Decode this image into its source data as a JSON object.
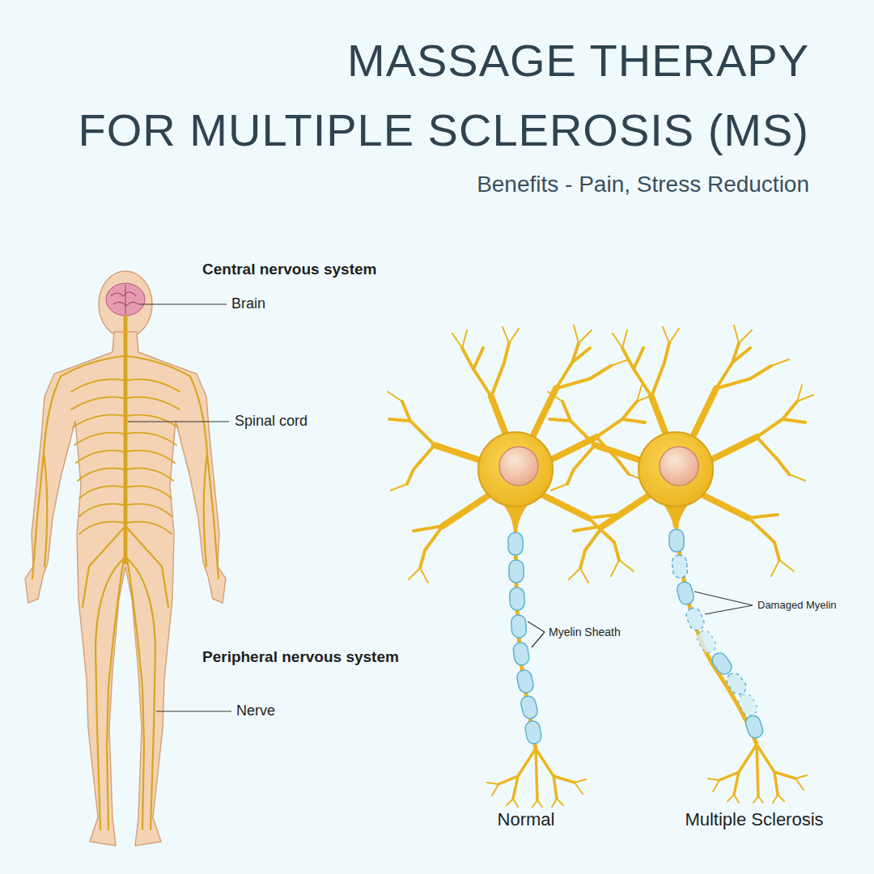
{
  "diagram": {
    "title": "MASSAGE THERAPY FOR MULTIPLE SCLEROSIS (MS)",
    "caption": "Benefits - Pain, Stress Reduction",
    "labels": [
      "Central nervous system",
      "Brain",
      "Spinal cord",
      "Peripheral nervous system",
      "Nerve",
      "Myelin Sheath",
      "Damaged Myelin",
      "Normal",
      "Multiple Sclerosis"
    ]
  }
}
